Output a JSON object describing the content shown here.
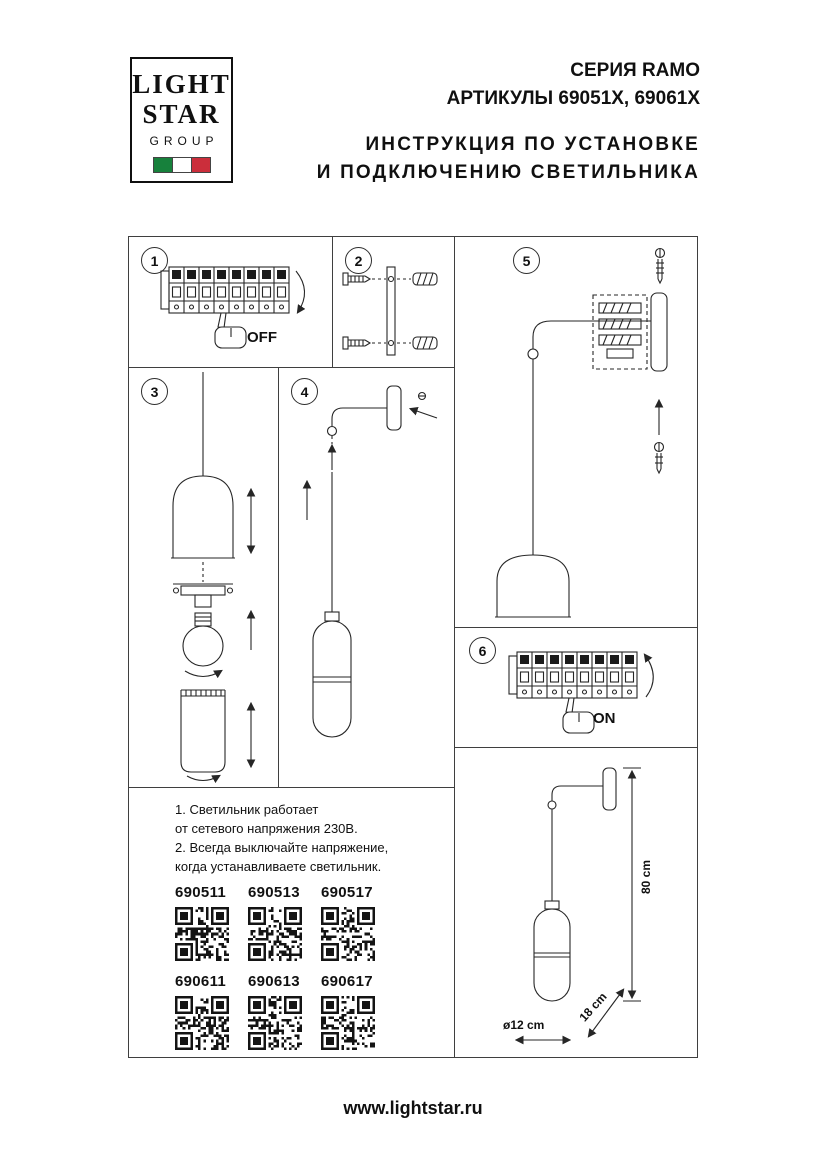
{
  "logo": {
    "line1": "LIGHT",
    "line2": "STAR",
    "line3": "GROUP"
  },
  "header": {
    "series": "СЕРИЯ RAMO",
    "articles": "АРТИКУЛЫ 69051X, 69061X",
    "instr1": "ИНСТРУКЦИЯ ПО УСТАНОВКЕ",
    "instr2": "И ПОДКЛЮЧЕНИЮ СВЕТИЛЬНИКА"
  },
  "steps": {
    "s1": {
      "num": "1",
      "label": "OFF"
    },
    "s2": {
      "num": "2"
    },
    "s3": {
      "num": "3"
    },
    "s4": {
      "num": "4"
    },
    "s5": {
      "num": "5"
    },
    "s6": {
      "num": "6",
      "label": "ON"
    }
  },
  "notes": [
    "1. Светильник работает",
    "от сетевого напряжения 230В.",
    "2. Всегда выключайте напряжение,",
    "когда устанавливаете светильник."
  ],
  "articles": {
    "row1": [
      "690511",
      "690513",
      "690517"
    ],
    "row2": [
      "690611",
      "690613",
      "690617"
    ]
  },
  "dimensions": {
    "height": "80 cm",
    "depth": "18 cm",
    "diameter": "ø12 cm"
  },
  "footer": "www.lightstar.ru",
  "colors": {
    "ink": "#101010",
    "line": "#262626",
    "flag_green": "#17813c",
    "flag_red": "#cb2e3b"
  }
}
